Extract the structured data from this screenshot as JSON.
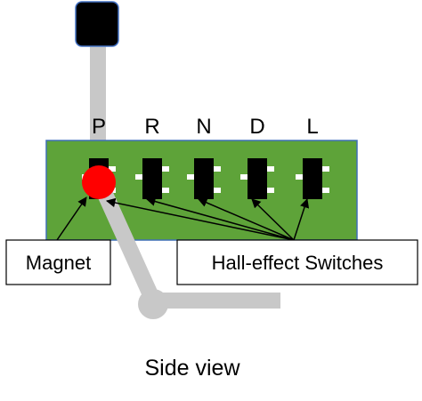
{
  "gear_positions": [
    "P",
    "R",
    "N",
    "D",
    "L"
  ],
  "magnet_label": "Magnet",
  "switches_label": "Hall-effect Switches",
  "caption": "Side view",
  "colors": {
    "board": "#5ea339",
    "board_border": "#3f6fb5",
    "sensor": "#000000",
    "sensor_pin": "#ffffff",
    "magnet": "#ff0000",
    "lever": "#c8c8c8",
    "knob": "#000000",
    "knob_border": "#4472c4"
  }
}
